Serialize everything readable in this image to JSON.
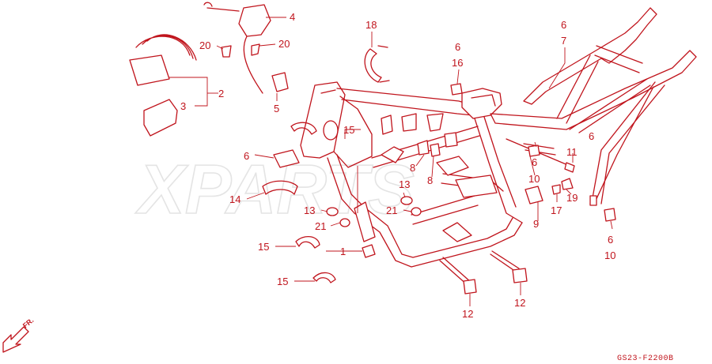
{
  "watermark": "XPARTS",
  "diagram_code": "GS23-F2200B",
  "front_arrow_label": "FR.",
  "colors": {
    "line": "#c0141c",
    "watermark": "#e4e4e4",
    "background": "#ffffff"
  },
  "callouts": {
    "c1": "1",
    "c2": "2",
    "c3": "3",
    "c4": "4",
    "c5": "5",
    "c6_a": "6",
    "c6_b": "6",
    "c6_c": "6",
    "c6_d": "6",
    "c6_e": "6",
    "c6_f": "6",
    "c7": "7",
    "c8_a": "8",
    "c8_b": "8",
    "c9": "9",
    "c10_a": "10",
    "c10_b": "10",
    "c11": "11",
    "c12_a": "12",
    "c12_b": "12",
    "c13_a": "13",
    "c13_b": "13",
    "c14": "14",
    "c15_a": "15",
    "c15_b": "15",
    "c15_c": "15",
    "c16": "16",
    "c17": "17",
    "c18": "18",
    "c19": "19",
    "c20_a": "20",
    "c20_b": "20",
    "c21_a": "21",
    "c21_b": "21"
  }
}
